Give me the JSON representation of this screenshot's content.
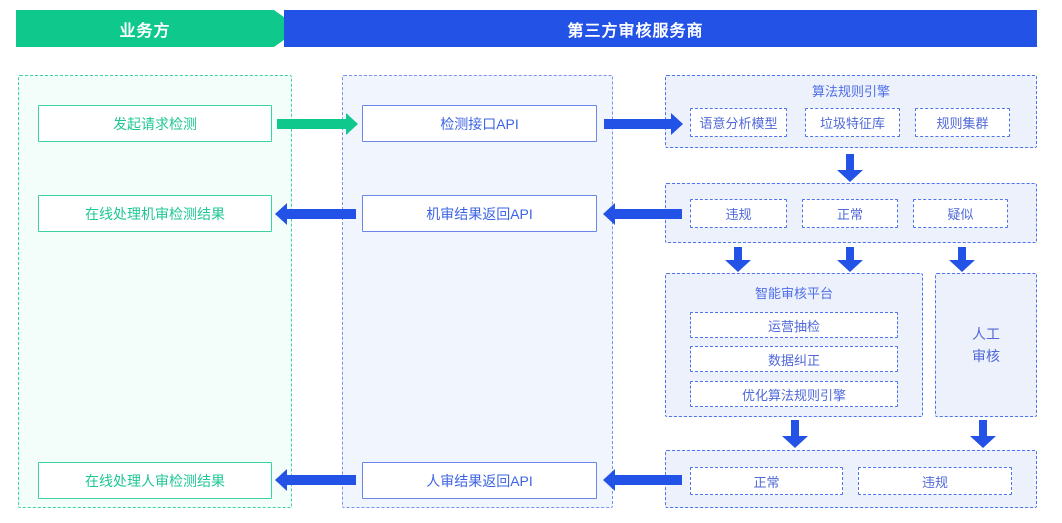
{
  "banners": {
    "business": "业务方",
    "provider": "第三方审核服务商"
  },
  "colors": {
    "green": "#0ec88c",
    "green_border": "#3bd3a4",
    "green_text": "#1fc795",
    "green_lane_bg": "#f3fdf9",
    "blue": "#2353e6",
    "blue_border": "#6b85ea",
    "blue_text": "#3d64e4",
    "blue_muted_text": "#5068d8",
    "blue_lane_bg": "#f1f5fd",
    "blue_group_bg": "#edf1fb",
    "blue_dashed_border": "#4d74ee"
  },
  "business_lane": {
    "request_box": "发起请求检测",
    "machine_result_box": "在线处理机审检测结果",
    "manual_result_box": "在线处理人审检测结果"
  },
  "api_lane": {
    "detect_api": "检测接口API",
    "machine_result_api": "机审结果返回API",
    "manual_result_api": "人审结果返回API"
  },
  "engine_group": {
    "title": "算法规则引擎",
    "items": [
      "语意分析模型",
      "垃圾特征库",
      "规则集群"
    ]
  },
  "machine_verdict_group": {
    "items": [
      "违规",
      "正常",
      "疑似"
    ]
  },
  "platform_group": {
    "title": "智能审核平台",
    "items": [
      "运营抽检",
      "数据纠正",
      "优化算法规则引擎"
    ]
  },
  "manual_review_group": {
    "label": "人工审核"
  },
  "final_verdict_group": {
    "items": [
      "正常",
      "违规"
    ]
  }
}
